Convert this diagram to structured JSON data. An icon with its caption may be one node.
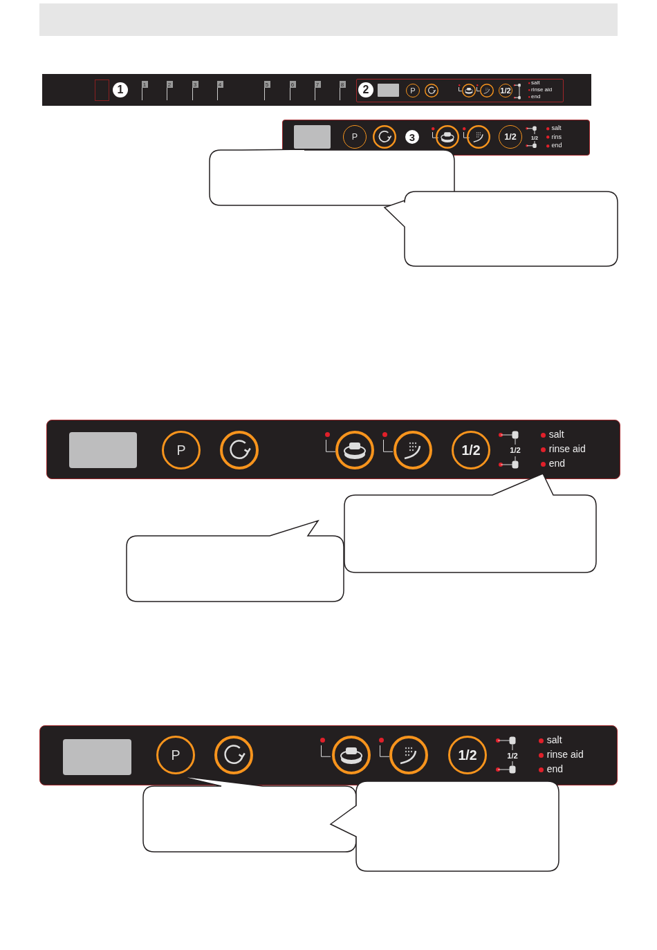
{
  "diagram": {
    "nodes": [
      {
        "text": [],
        "shape": "box"
      },
      {
        "text": [],
        "shape": "box"
      },
      {
        "text": [],
        "shape": "bubble"
      },
      {
        "text": [],
        "shape": "bubble"
      },
      {
        "text": [],
        "shape": "box"
      },
      {
        "text": [],
        "shape": "bubble"
      },
      {
        "text": [],
        "shape": "bubble"
      },
      {
        "text": [],
        "shape": "box"
      },
      {
        "text": [],
        "shape": "bubble"
      },
      {
        "text": [],
        "shape": "bubble"
      }
    ],
    "edges": [],
    "labels": [
      "1",
      "1",
      "2",
      "3",
      "4",
      "5",
      "6",
      "7",
      "8",
      "2",
      "P",
      "1/2",
      "salt",
      "rinse aid",
      "end",
      "P",
      "3",
      "1/2",
      "1/2",
      "salt",
      "rins",
      "end",
      "P",
      "1/2",
      "1/2",
      "salt",
      "rinse aid",
      "end",
      "P",
      "1/2",
      "1/2",
      "salt",
      "rinse aid",
      "end"
    ]
  }
}
